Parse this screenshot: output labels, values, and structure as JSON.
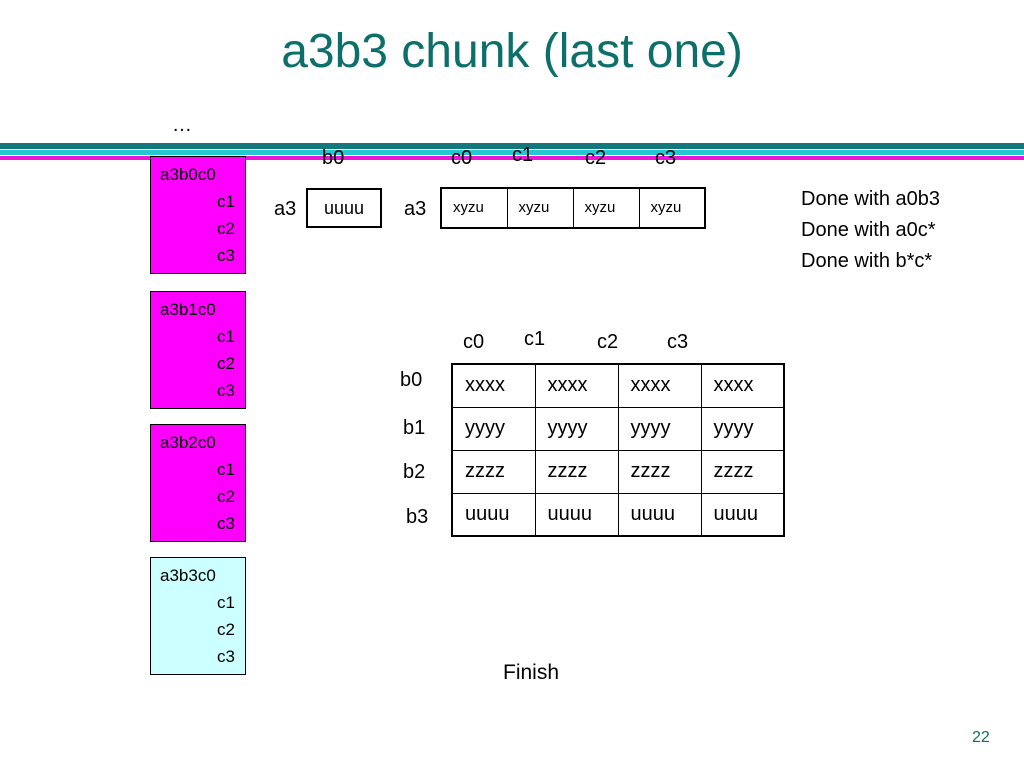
{
  "slide": {
    "title": "a3b3 chunk (last one)",
    "ellipsis": "…",
    "page_number": "22",
    "finish": "Finish"
  },
  "chunks": [
    {
      "first": "a3b0c0",
      "lines": [
        "c1",
        "c2",
        "c3"
      ],
      "color": "#ff00ff"
    },
    {
      "first": "a3b1c0",
      "lines": [
        "c1",
        "c2",
        "c3"
      ],
      "color": "#ff00ff"
    },
    {
      "first": "a3b2c0",
      "lines": [
        "c1",
        "c2",
        "c3"
      ],
      "color": "#ff00ff"
    },
    {
      "first": "a3b3c0",
      "lines": [
        "c1",
        "c2",
        "c3"
      ],
      "color": "#ccffff"
    }
  ],
  "a_b_block": {
    "col_label": "b0",
    "row_label": "a3",
    "cell": "uuuu"
  },
  "a_c_block": {
    "col_labels": [
      "c0",
      "c1",
      "c2",
      "c3"
    ],
    "row_label": "a3",
    "cells": [
      "xyzu",
      "xyzu",
      "xyzu",
      "xyzu"
    ]
  },
  "b_c_block": {
    "col_labels": [
      "c0",
      "c1",
      "c2",
      "c3"
    ],
    "row_labels": [
      "b0",
      "b1",
      "b2",
      "b3"
    ],
    "rows": [
      [
        "xxxx",
        "xxxx",
        "xxxx",
        "xxxx"
      ],
      [
        "yyyy",
        "yyyy",
        "yyyy",
        "yyyy"
      ],
      [
        "zzzz",
        "zzzz",
        "zzzz",
        "zzzz"
      ],
      [
        "uuuu",
        "uuuu",
        "uuuu",
        "uuuu"
      ]
    ]
  },
  "done_notes": [
    "Done with a0b3",
    "Done with a0c*",
    "Done with b*c*"
  ],
  "colors": {
    "title": "#0c6f6a",
    "bar_dark": "#13777b",
    "bar_cyan": "#25c8d2",
    "bar_magenta": "#ee14d3"
  }
}
